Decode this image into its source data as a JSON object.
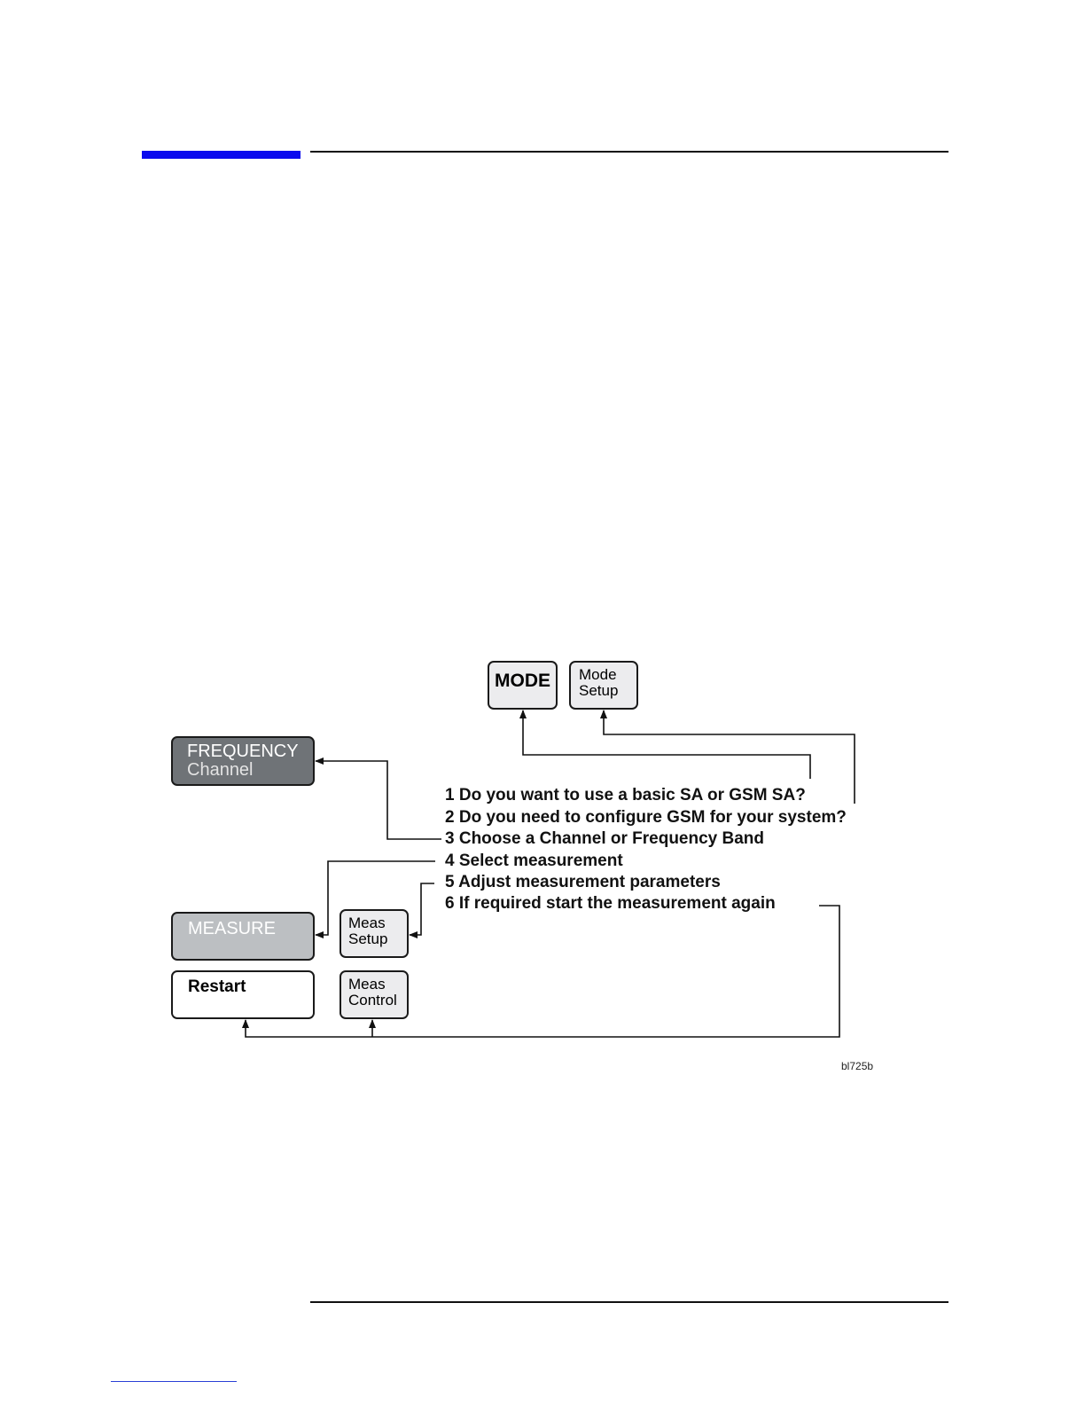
{
  "keys": {
    "mode": "MODE",
    "mode_setup": [
      "Mode",
      "Setup"
    ],
    "frequency": [
      "FREQUENCY",
      "Channel"
    ],
    "measure": "MEASURE",
    "meas_setup": [
      "Meas",
      "Setup"
    ],
    "restart": "Restart",
    "meas_control": [
      "Meas",
      "Control"
    ]
  },
  "steps": [
    "1 Do you want to use a basic SA or GSM SA?",
    "2 Do you need to configure GSM for your system?",
    "3 Choose a Channel or Frequency Band",
    "4 Select measurement",
    "5 Adjust measurement parameters",
    "6 If required start the measurement again"
  ],
  "figure_id": "bl725b",
  "colors": {
    "header_accent": "#0a0aee",
    "frequency_key_fill": "#6f7377",
    "measure_key_fill": "#bcbfc2",
    "softkey_fill": "#ececee"
  }
}
